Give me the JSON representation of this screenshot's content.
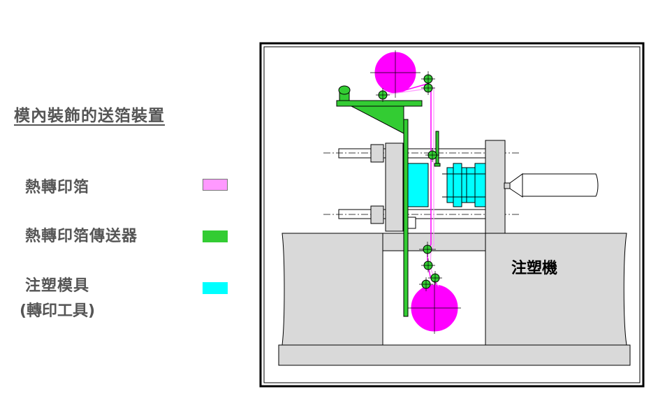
{
  "title": "模內裝飾的送箔裝置",
  "legend": [
    {
      "label": "熱轉印箔",
      "color": "#ff99ff"
    },
    {
      "label": "熱轉印箔傳送器",
      "color": "#33cc33"
    },
    {
      "label": "注塑模具",
      "sublabel": "(轉印工具)",
      "color": "#00ffff"
    }
  ],
  "machine_label": "注塑機",
  "colors": {
    "foil": "#ff00ff",
    "foil_light": "#ff99ff",
    "transfer": "#33cc33",
    "mold": "#00ffff",
    "machine": "#d9d9d9",
    "outline": "#000000"
  }
}
